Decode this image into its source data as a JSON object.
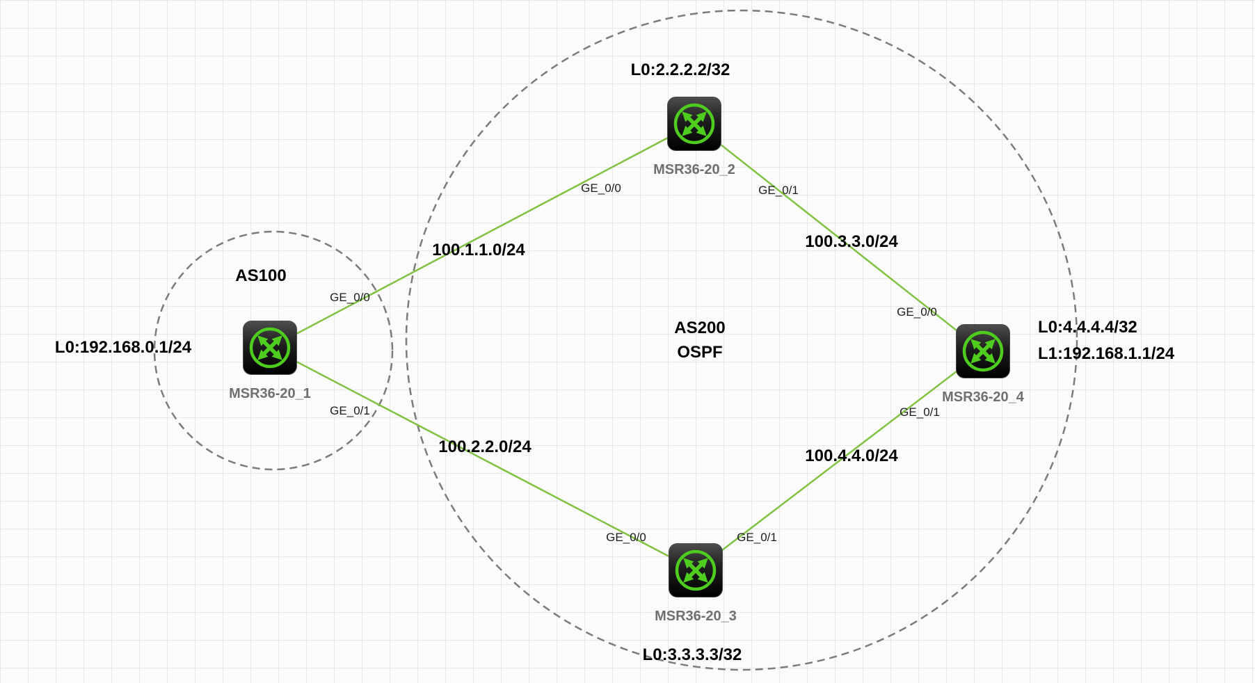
{
  "canvas": {
    "type": "network-topology",
    "grid": true
  },
  "colors": {
    "link_green": "#7fc241",
    "icon_green": "#4ecd1e",
    "boundary_gray": "#7b7b7b",
    "annotation_black": "#000000",
    "router_name_gray": "#6f6f6f"
  },
  "as_groups": [
    {
      "label": "AS100"
    },
    {
      "label": "AS200",
      "protocol": "OSPF"
    }
  ],
  "routers": [
    {
      "name": "MSR36-20_1",
      "loopbacks": [
        "L0:192.168.0.1/24"
      ]
    },
    {
      "name": "MSR36-20_2",
      "loopbacks": [
        "L0:2.2.2.2/32"
      ]
    },
    {
      "name": "MSR36-20_3",
      "loopbacks": [
        "L0:3.3.3.3/32"
      ]
    },
    {
      "name": "MSR36-20_4",
      "loopbacks": [
        "L0:4.4.4.4/32",
        "L1:192.168.1.1/24"
      ]
    }
  ],
  "links": [
    {
      "network": "100.1.1.0/24",
      "from": "MSR36-20_1",
      "from_if": "GE_0/0",
      "to": "MSR36-20_2",
      "to_if": "GE_0/0"
    },
    {
      "network": "100.2.2.0/24",
      "from": "MSR36-20_1",
      "from_if": "GE_0/1",
      "to": "MSR36-20_3",
      "to_if": "GE_0/0"
    },
    {
      "network": "100.3.3.0/24",
      "from": "MSR36-20_2",
      "from_if": "GE_0/1",
      "to": "MSR36-20_4",
      "to_if": "GE_0/0"
    },
    {
      "network": "100.4.4.0/24",
      "from": "MSR36-20_3",
      "from_if": "GE_0/1",
      "to": "MSR36-20_4",
      "to_if": "GE_0/1"
    }
  ]
}
